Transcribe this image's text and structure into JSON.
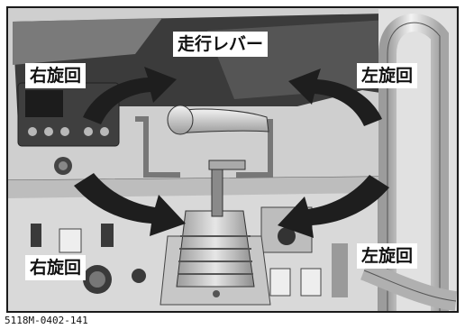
{
  "labels": {
    "travel_lever": "走行レバー",
    "top_left": "右旋回",
    "top_right": "左旋回",
    "bottom_left": "右旋回",
    "bottom_right": "左旋回"
  },
  "caption": "5118M-0402-141",
  "colors": {
    "arrow": "#1e1e1e",
    "frame": "#1a1a1a",
    "panel": "#d3d3d3",
    "panel_dark": "#6f6f6f"
  }
}
